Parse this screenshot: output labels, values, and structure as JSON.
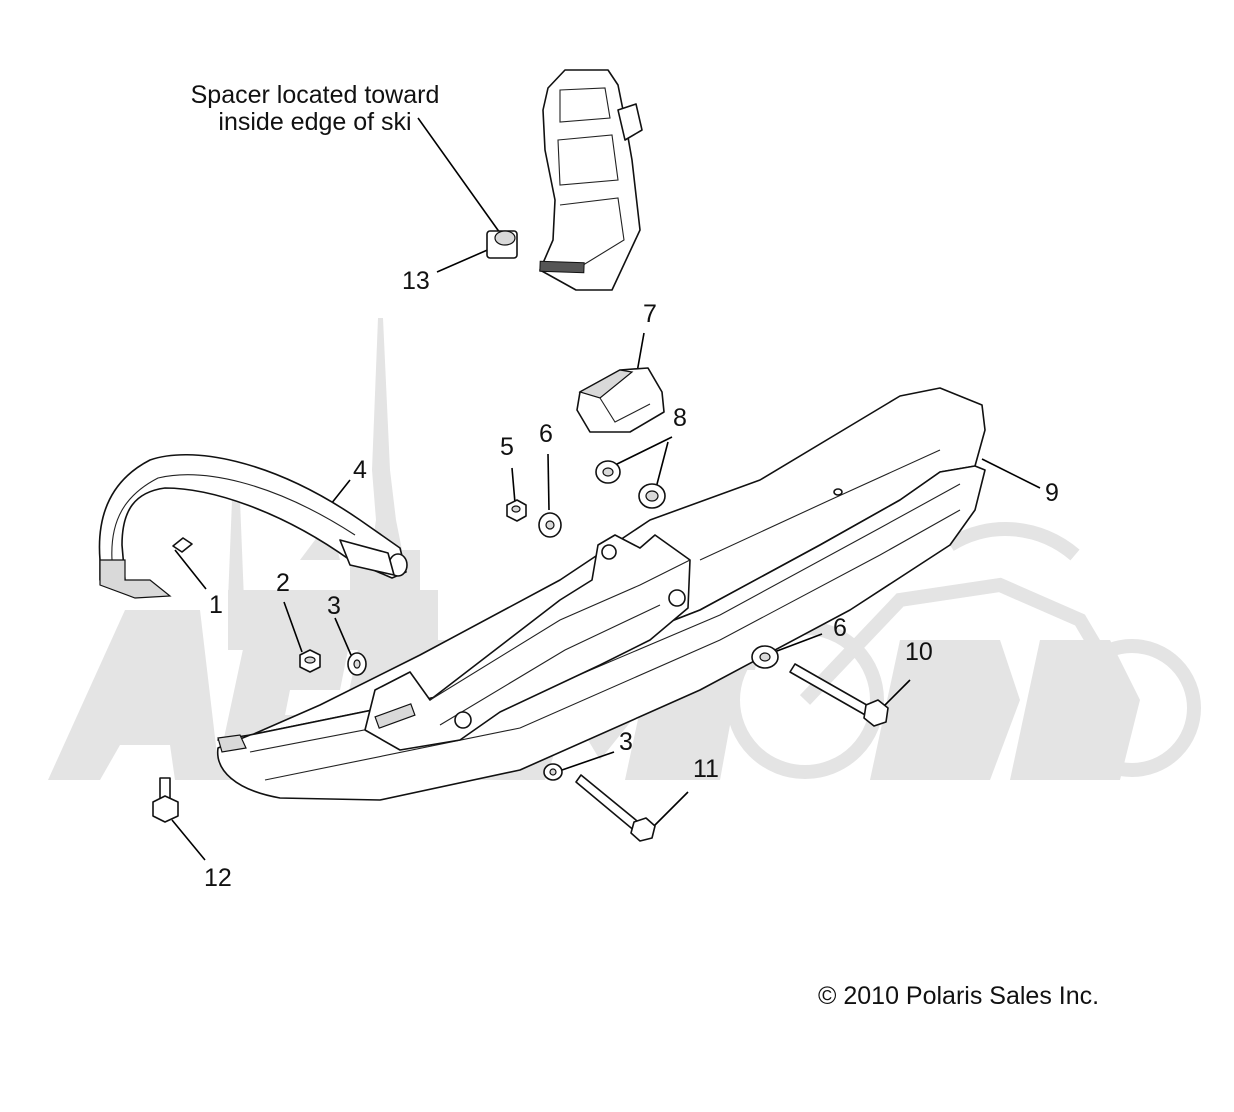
{
  "note": {
    "line1": "Spacer located toward",
    "line2": "inside edge of ski"
  },
  "callouts": {
    "c1": "1",
    "c2": "2",
    "c3a": "3",
    "c3b": "3",
    "c4": "4",
    "c5": "5",
    "c6a": "6",
    "c6b": "6",
    "c7": "7",
    "c8": "8",
    "c9": "9",
    "c10": "10",
    "c11": "11",
    "c12": "12",
    "c13": "13"
  },
  "copyright": "© 2010 Polaris Sales Inc.",
  "watermark_text": "AeroMoto"
}
